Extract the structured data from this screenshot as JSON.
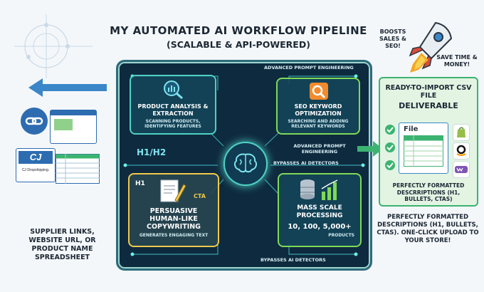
{
  "header": {
    "title": "MY AUTOMATED AI WORKFLOW PIPELINE",
    "subtitle": "(SCALABLE & API-POWERED)"
  },
  "input": {
    "logo_text": "CJ",
    "logo_caption": "CJ Dropshipping.",
    "description": "SUPPLIER LINKS, WEBSITE URL, OR PRODUCT NAME SPREADSHEET"
  },
  "board": {
    "top_label": "ADVANCED PROMPT ENGINEERING",
    "mid_label_1": "ADVANCED PROMPT ENGINEERING",
    "mid_label_2": "BYPASSES AI DETECTORS",
    "bottom_label": "BYPASSES AI DETECTORS",
    "h1h2": "H1/H2",
    "panels": {
      "analysis": {
        "title": "PRODUCT ANALYSIS & EXTRACTION",
        "subtitle": "SCANNING PRODUCTS, IDENTIFYING FEATURES"
      },
      "seo": {
        "title": "SEO KEYWORD OPTIMIZATION",
        "subtitle": "SEARCHING AND ADDING RELEVANT KEYWORDS"
      },
      "copy": {
        "tag_h1": "H1",
        "tag_cta": "CTA",
        "title": "PERSUASIVE HUMAN-LIKE COPYWRITING",
        "subtitle": "GENERATES ENGAGING TEXT"
      },
      "scale": {
        "title": "MASS SCALE PROCESSING",
        "numbers": "10, 100, 5,000+",
        "numbers_unit": "PRODUCTS"
      }
    }
  },
  "rocket": {
    "boost": "BOOSTS SALES & SEO!",
    "save": "SAVE TIME & MONEY!"
  },
  "output": {
    "title": "READY-TO-IMPORT CSV FILE",
    "deliverable": "DELIVERABLE",
    "file_label": "File",
    "formatted": "PERFECTLY FORMATTED DESCRRIPTIONS (H1, BULLETS, CTAs)",
    "note": "PERFECTLY FORMATTED DESCRIPTIONS (H1, BULLETS, CTAs). ONE-CLICK UPLOAD TO YOUR STORE!"
  },
  "colors": {
    "board_bg": "#0e2a3e",
    "accent_teal": "#4fd1c5",
    "panel_border_green": "#7ed957",
    "arrow_blue": "#3a86c8",
    "arrow_green": "#3cb371"
  }
}
